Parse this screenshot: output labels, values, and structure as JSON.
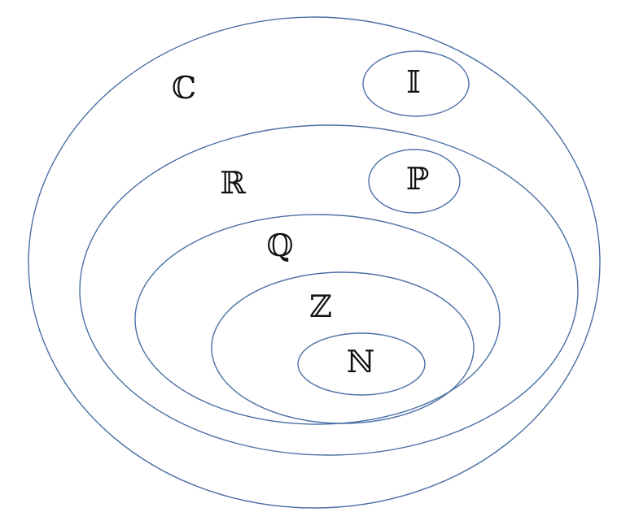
{
  "diagram": {
    "stroke_color": "#4a6fa5",
    "sets": {
      "complex": {
        "label": "ℂ"
      },
      "imaginary": {
        "label": "𝕀"
      },
      "real": {
        "label": "ℝ"
      },
      "irrational": {
        "label": "ℙ"
      },
      "rational": {
        "label": "ℚ"
      },
      "integer": {
        "label": "ℤ"
      },
      "natural": {
        "label": "ℕ"
      }
    }
  }
}
